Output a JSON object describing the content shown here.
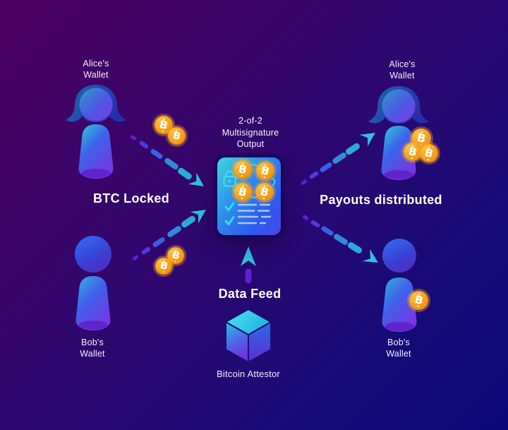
{
  "palette": {
    "bg_top_left": "#4d0060",
    "bg_bottom_right": "#0c0878",
    "accent_cyan": "#2cc1dd",
    "accent_purple": "#5b1fd2",
    "coin_orange": "#f6a41c",
    "card_cyan": "#41d5de",
    "card_blue": "#2b5cf2",
    "text_color": "#ffffff"
  },
  "wallets": {
    "alice_top_left": {
      "line1": "Alice's",
      "line2": "Wallet"
    },
    "bob_bottom_left": {
      "line1": "Bob's",
      "line2": "Wallet"
    },
    "alice_top_right": {
      "line1": "Alice's",
      "line2": "Wallet"
    },
    "bob_bottom_right": {
      "line1": "Bob's",
      "line2": "Wallet"
    }
  },
  "center_card": {
    "title_line1": "2-of-2",
    "title_line2": "Multisignature",
    "title_line3": "Output"
  },
  "labels": {
    "btc_locked": "BTC Locked",
    "payouts_distributed": "Payouts distributed",
    "data_feed": "Data Feed",
    "bitcoin_attestor": "Bitcoin Attestor"
  },
  "coin_glyph": "B"
}
